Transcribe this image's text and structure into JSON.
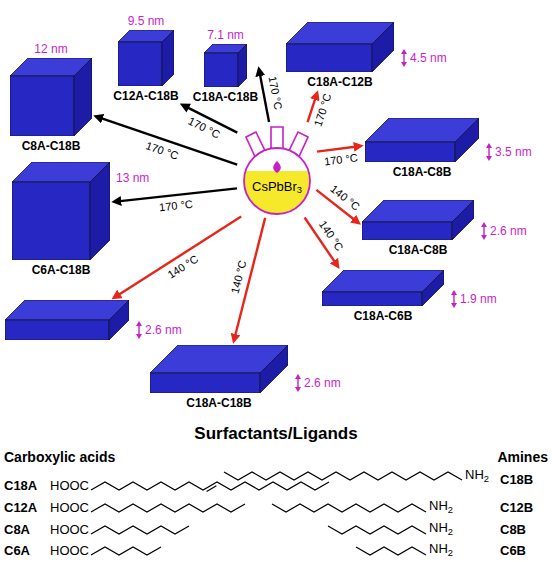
{
  "diagram": {
    "nodes": [
      {
        "text": [
          "CsPbBr3"
        ]
      },
      {
        "text": [
          "C12A-C18B",
          "9.5 nm"
        ]
      },
      {
        "text": [
          "C18A-C18B",
          "7.1 nm"
        ]
      },
      {
        "text": [
          "C18A-C12B",
          "4.5 nm"
        ]
      },
      {
        "text": [
          "C8A-C18B",
          "12 nm"
        ]
      },
      {
        "text": [
          "C18A-C8B",
          "3.5 nm"
        ]
      },
      {
        "text": [
          "C6A-C18B",
          "13 nm"
        ]
      },
      {
        "text": [
          "C18A-C8B",
          "2.6 nm"
        ]
      },
      {
        "text": [
          "C18A-C6B",
          "1.9 nm"
        ]
      },
      {
        "text": [
          "2.6 nm"
        ]
      },
      {
        "text": [
          "C18A-C18B",
          "2.6 nm"
        ]
      }
    ],
    "edges": [
      {
        "from": 0,
        "to": 1,
        "arrow": "to",
        "label": "170 °C"
      },
      {
        "from": 0,
        "to": 2,
        "arrow": "to",
        "label": "170 °C"
      },
      {
        "from": 0,
        "to": 3,
        "arrow": "to",
        "label": "170 °C"
      },
      {
        "from": 0,
        "to": 4,
        "arrow": "to",
        "label": "170 °C"
      },
      {
        "from": 0,
        "to": 5,
        "arrow": "to",
        "label": "170 °C"
      },
      {
        "from": 0,
        "to": 6,
        "arrow": "to",
        "label": "170 °C"
      },
      {
        "from": 0,
        "to": 7,
        "arrow": "to",
        "label": "140 °C"
      },
      {
        "from": 0,
        "to": 8,
        "arrow": "to",
        "label": "140 °C"
      },
      {
        "from": 0,
        "to": 9,
        "arrow": "to",
        "label": "140 °C"
      },
      {
        "from": 0,
        "to": 10,
        "arrow": "to",
        "label": "140 °C"
      }
    ],
    "labels": [
      "Surfactants/Ligands",
      "Carboxylic acids",
      "Amines",
      "C18A",
      "HOOC",
      "C12A",
      "HOOC",
      "C8A",
      "HOOC",
      "C6A",
      "HOOC",
      "NH2",
      "C18B",
      "NH2",
      "C12B",
      "NH2",
      "C8B",
      "NH2",
      "C6B"
    ]
  }
}
